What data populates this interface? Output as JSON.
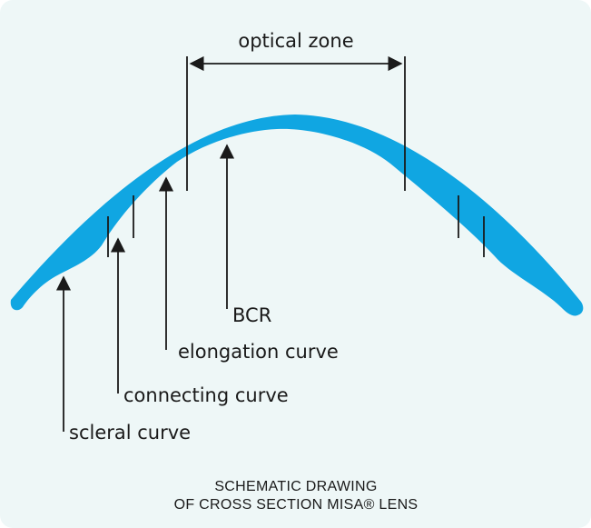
{
  "diagram": {
    "labels": {
      "optical_zone": "optical zone",
      "bcr": "BCR",
      "elongation_curve": "elongation curve",
      "connecting_curve": "connecting curve",
      "scleral_curve": "scleral curve"
    },
    "caption": {
      "line1": "SCHEMATIC DRAWING",
      "line2": "OF CROSS SECTION MISA® LENS"
    },
    "colors": {
      "lens": "#10a6e2",
      "background": "#eef7f7",
      "ink": "#1a1a1a"
    }
  }
}
